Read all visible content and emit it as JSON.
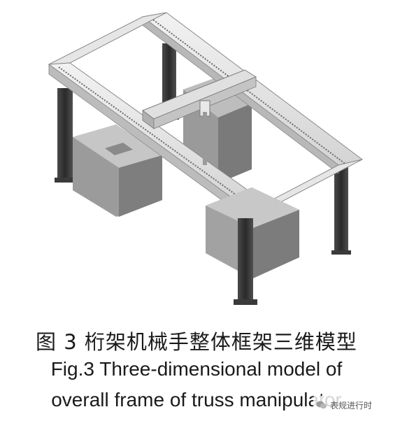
{
  "caption": {
    "zh": "图 3  桁架机械手整体框架三维模型",
    "en_line1": "Fig.3  Three-dimensional model of",
    "en_line2": "overall frame of truss manipulator"
  },
  "watermark": {
    "text": "表规进行时"
  }
}
